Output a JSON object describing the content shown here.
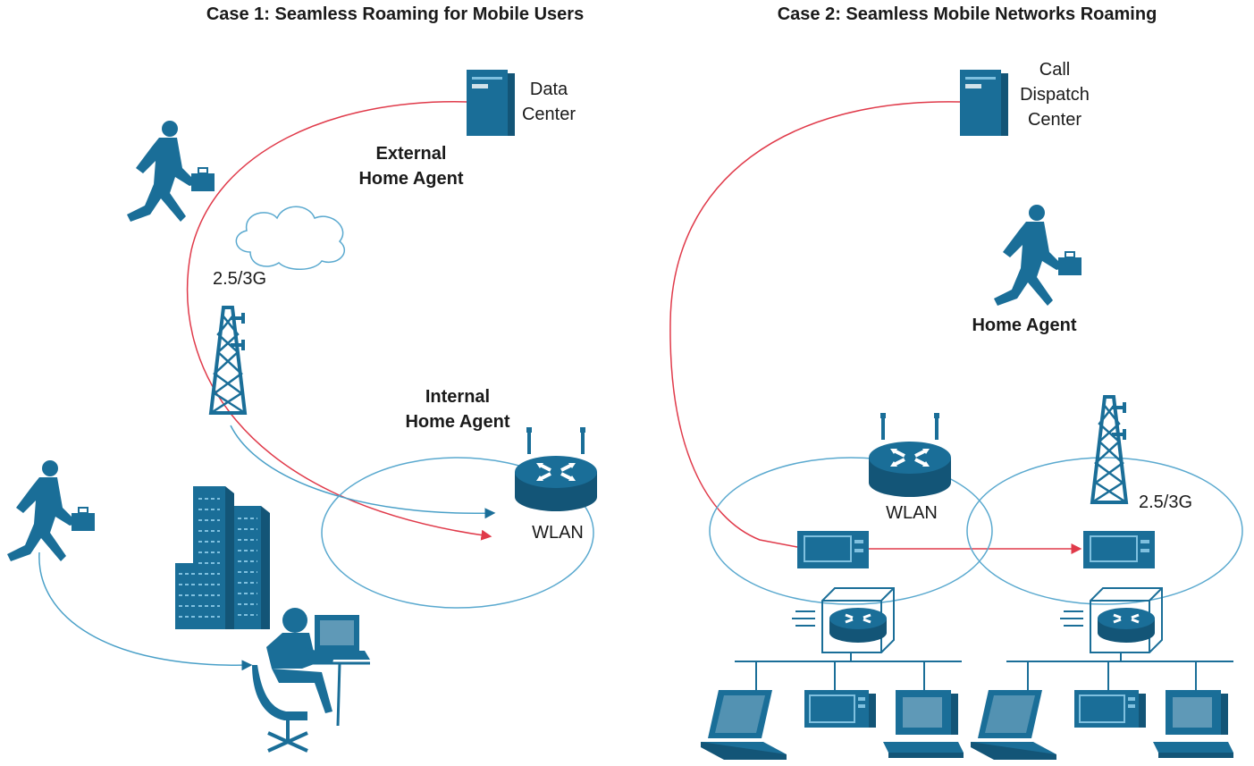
{
  "case1": {
    "title": "Case 1: Seamless Roaming for Mobile Users",
    "data_center": [
      "Data",
      "Center"
    ],
    "external_home_agent": [
      "External",
      "Home Agent"
    ],
    "cellular_label": "2.5/3G",
    "internal_home_agent": [
      "Internal",
      "Home Agent"
    ],
    "wlan_label": "WLAN"
  },
  "case2": {
    "title": "Case 2: Seamless Mobile Networks Roaming",
    "call_dispatch_center": [
      "Call",
      "Dispatch",
      "Center"
    ],
    "home_agent": "Home Agent",
    "wlan_label": "WLAN",
    "cellular_label": "2.5/3G"
  },
  "colors": {
    "icon_blue": "#1a6e98",
    "red_path": "#e03a4a",
    "blue_path": "#4aa0c8",
    "ellipse": "#5aa9cf"
  }
}
